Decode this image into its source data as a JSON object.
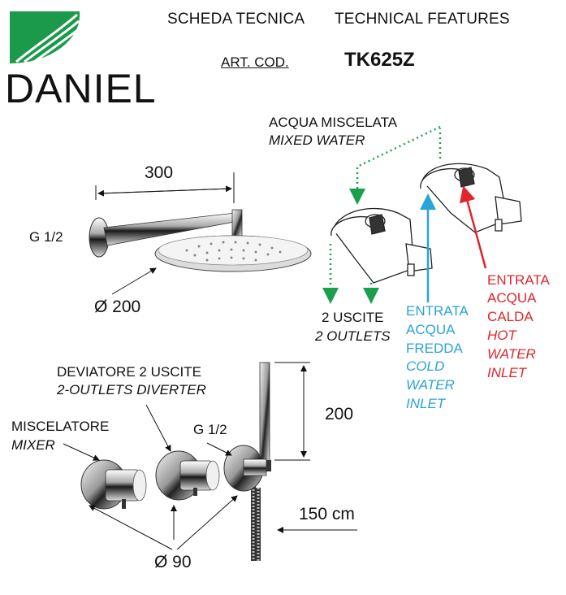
{
  "header": {
    "brand": "DANIEL",
    "title_it": "SCHEDA TECNICA",
    "title_en": "TECHNICAL FEATURES",
    "art_label": "ART. COD.",
    "art_code": "TK625Z"
  },
  "shower_head": {
    "arm_length": "300",
    "connection": "G 1/2",
    "diameter": "Ø 200"
  },
  "diagram": {
    "mixed_water_it": "ACQUA MISCELATA",
    "mixed_water_en": "MIXED WATER",
    "outlets_it": "2 USCITE",
    "outlets_en": "2 OUTLETS",
    "cold_lines": [
      "ENTRATA",
      "ACQUA",
      "FREDDA"
    ],
    "cold_lines_en": [
      "COLD",
      "WATER",
      "INLET"
    ],
    "hot_lines": [
      "ENTRATA",
      "ACQUA",
      "CALDA"
    ],
    "hot_lines_en": [
      "HOT",
      "WATER",
      "INLET"
    ]
  },
  "controls": {
    "diverter_it": "DEVIATORE 2 USCITE",
    "diverter_en": "2-OUTLETS  DIVERTER",
    "mixer_it": "MISCELATORE",
    "mixer_en": "MIXER",
    "connection": "G 1/2",
    "hand_height": "200",
    "hose_length": "150 cm",
    "plate_diameter": "Ø 90"
  },
  "colors": {
    "logo_green": "#1a9a4a",
    "mixed_arrow": "#1aa04d",
    "cold": "#2aa3d8",
    "hot": "#e0252b"
  }
}
